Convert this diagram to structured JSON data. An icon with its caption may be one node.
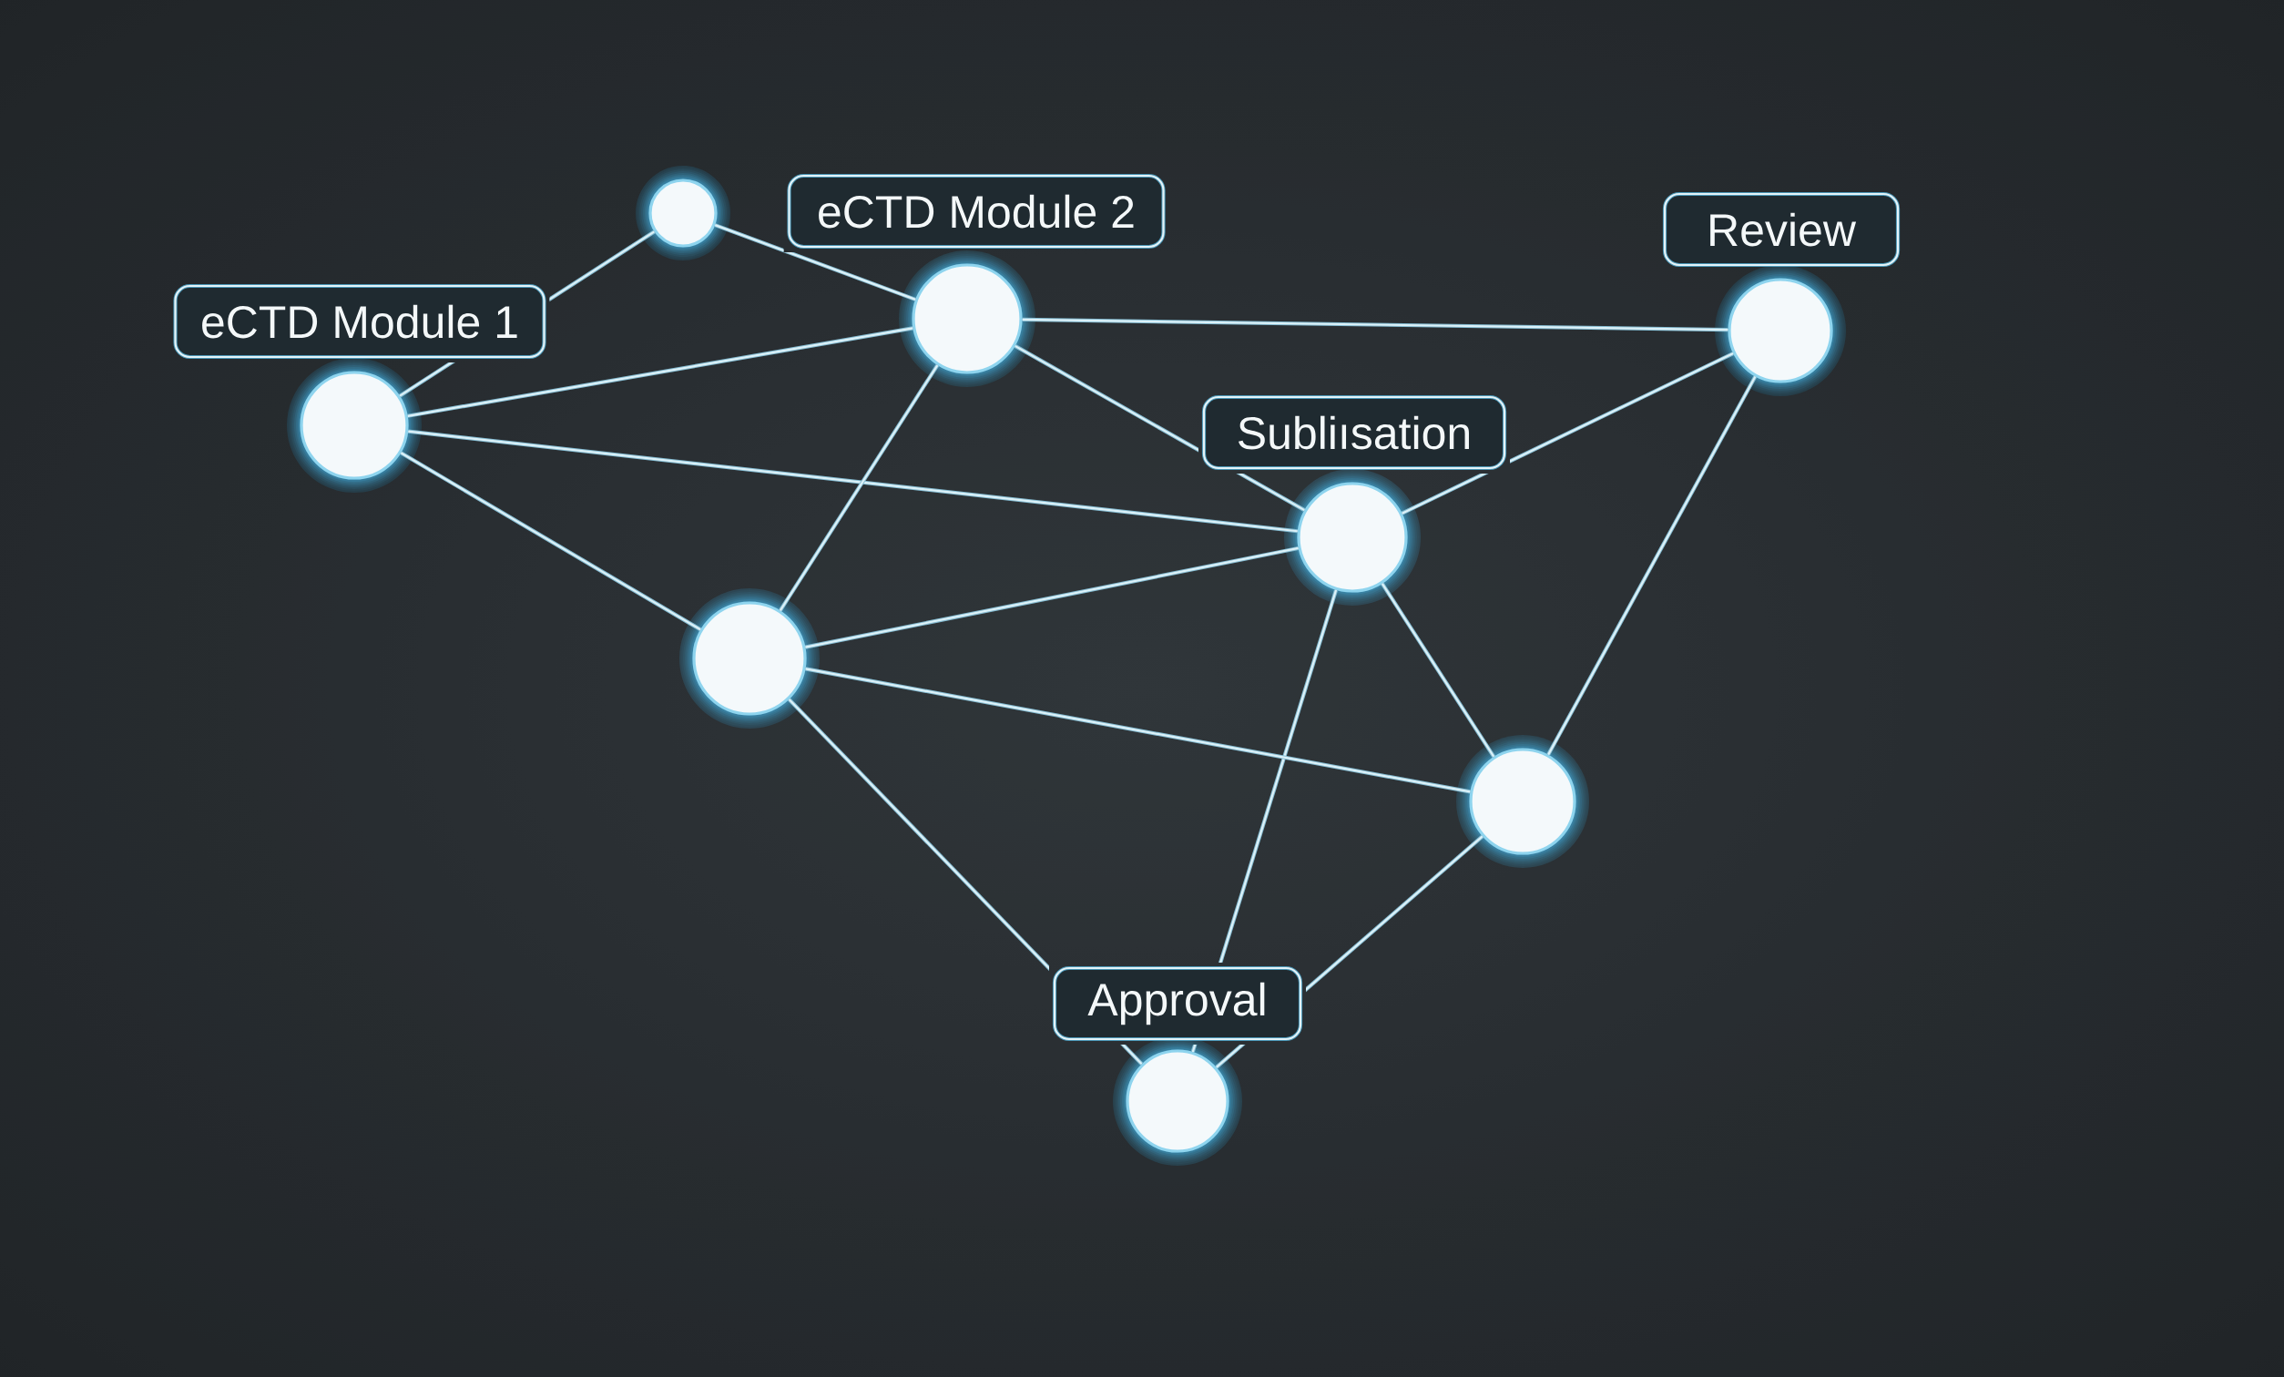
{
  "diagram": {
    "nodes": [
      {
        "text": [
          "eCTD Module 1"
        ]
      },
      {
        "text": [],
        "shape": "circle"
      },
      {
        "text": [
          "eCTD Module 2"
        ]
      },
      {
        "text": [
          "Review"
        ]
      },
      {
        "text": [
          "Subliısation"
        ]
      },
      {
        "text": [],
        "shape": "circle"
      },
      {
        "text": [],
        "shape": "circle"
      },
      {
        "text": [
          "Approval"
        ]
      }
    ],
    "edges": [
      {
        "from": 0,
        "to": 1,
        "arrow": "none"
      },
      {
        "from": 1,
        "to": 2,
        "arrow": "none"
      },
      {
        "from": 0,
        "to": 2,
        "arrow": "none"
      },
      {
        "from": 0,
        "to": 4,
        "arrow": "none"
      },
      {
        "from": 0,
        "to": 5,
        "arrow": "none"
      },
      {
        "from": 2,
        "to": 3,
        "arrow": "none"
      },
      {
        "from": 2,
        "to": 4,
        "arrow": "none"
      },
      {
        "from": 2,
        "to": 5,
        "arrow": "none"
      },
      {
        "from": 3,
        "to": 4,
        "arrow": "none"
      },
      {
        "from": 3,
        "to": 6,
        "arrow": "none"
      },
      {
        "from": 4,
        "to": 5,
        "arrow": "none"
      },
      {
        "from": 4,
        "to": 6,
        "arrow": "none"
      },
      {
        "from": 4,
        "to": 7,
        "arrow": "none"
      },
      {
        "from": 5,
        "to": 6,
        "arrow": "none"
      },
      {
        "from": 5,
        "to": 7,
        "arrow": "none"
      },
      {
        "from": 6,
        "to": 7,
        "arrow": "none"
      }
    ]
  }
}
